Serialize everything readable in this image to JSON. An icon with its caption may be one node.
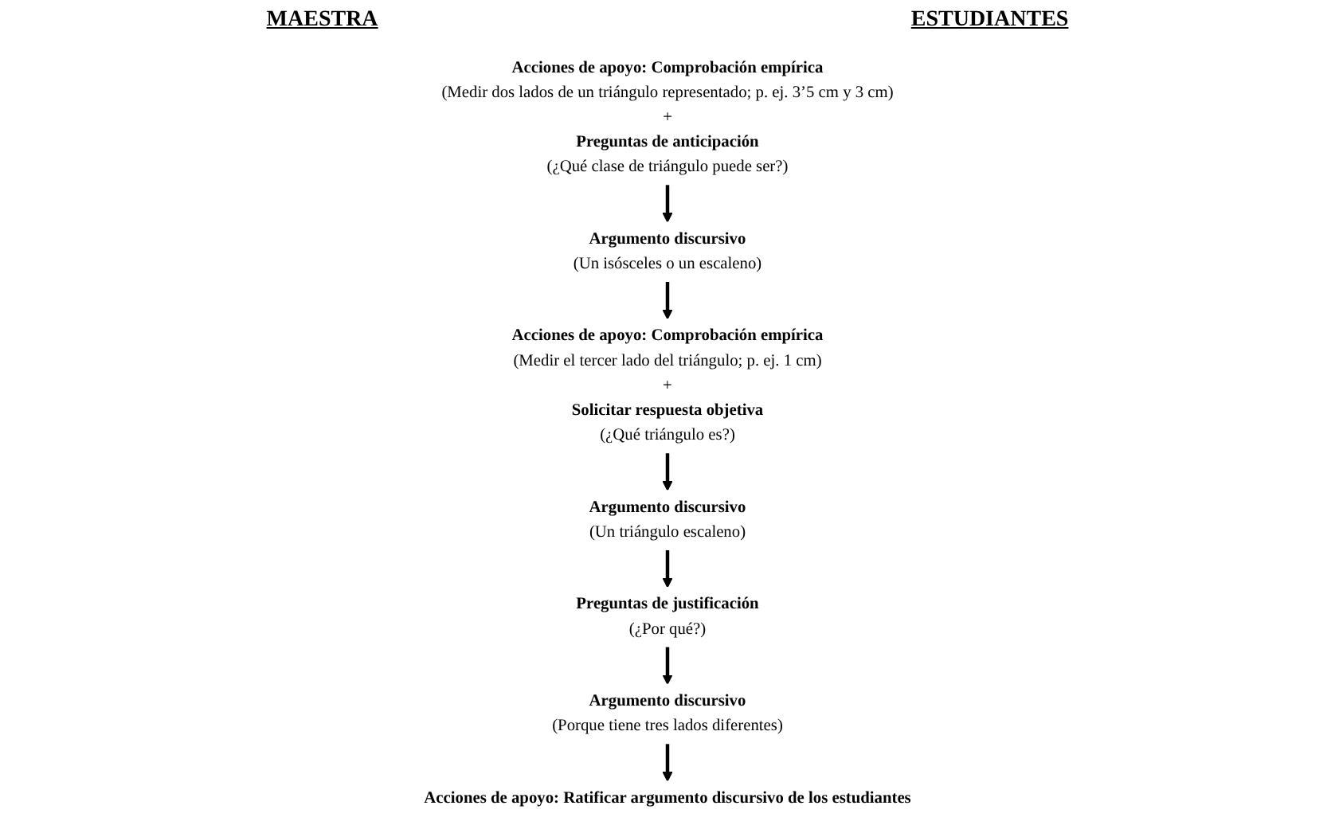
{
  "diagram": {
    "nodes": [
      {
        "text": [
          "Acciones de apoyo: Comprobación empírica",
          "(Medir dos lados de un triángulo representado; p. ej. 3’5 cm y 3 cm)",
          "+",
          "Preguntas de anticipación",
          "(¿Qué clase de triángulo puede ser?)"
        ]
      },
      {
        "text": [
          "Argumento discursivo",
          "(Un isósceles o un escaleno)"
        ]
      },
      {
        "text": [
          "Acciones de apoyo: Comprobación empírica",
          "(Medir el tercer lado del triángulo; p. ej. 1 cm)",
          "+",
          "Solicitar respuesta objetiva",
          "(¿Qué triángulo es?)"
        ]
      },
      {
        "text": [
          "Argumento discursivo",
          "(Un triángulo escaleno)"
        ]
      },
      {
        "text": [
          "Preguntas de justificación",
          "(¿Por qué?)"
        ]
      },
      {
        "text": [
          "Argumento discursivo",
          "(Porque tiene tres lados diferentes)"
        ]
      },
      {
        "text": [
          "Acciones de apoyo: Ratificar argumento discursivo de los estudiantes"
        ]
      }
    ],
    "edges": [
      {
        "from": 0,
        "to": 1,
        "arrow": "to"
      },
      {
        "from": 1,
        "to": 2,
        "arrow": "to"
      },
      {
        "from": 2,
        "to": 3,
        "arrow": "to"
      },
      {
        "from": 3,
        "to": 4,
        "arrow": "to"
      },
      {
        "from": 4,
        "to": 5,
        "arrow": "to"
      },
      {
        "from": 5,
        "to": 6,
        "arrow": "to"
      }
    ],
    "labels": [
      "MAESTRA",
      "ESTUDIANTES"
    ]
  }
}
